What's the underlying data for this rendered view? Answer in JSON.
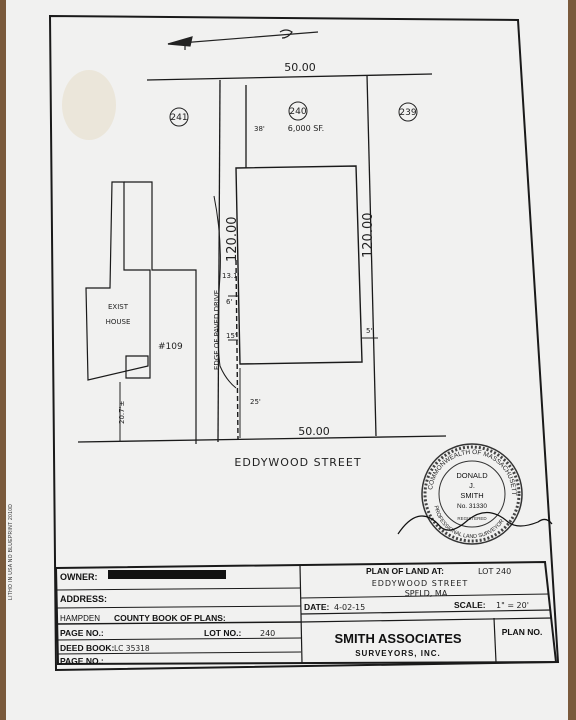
{
  "plan": {
    "frontage_top": "50.00",
    "frontage_bottom": "50.00",
    "depth": "120.00",
    "building_depth": "120.00",
    "lots": {
      "left": "241",
      "center": "240",
      "right": "239"
    },
    "area": "6,000 SF.",
    "setback_rear": "38'",
    "setback_front": "25'",
    "setback_side_right": "5'",
    "setback_side_left": "15'",
    "small_dims": [
      "13.1'",
      "6'"
    ],
    "existing_house_line1": "EXIST",
    "existing_house_line2": "HOUSE",
    "house_number": "#109",
    "house_offset": "20.7'±",
    "paved_drive": "EDGE OF PAVED DRIVE",
    "street": "EDDYWOOD  STREET"
  },
  "seal": {
    "name_line1": "DONALD",
    "name_line2": "J.",
    "name_line3": "SMITH",
    "number": "No. 31330",
    "ring_text": "COMMONWEALTH OF MASSACHUSETTS",
    "ring_text_bottom": "PROFESSIONAL LAND SURVEYOR",
    "registered": "REGISTERED"
  },
  "title_block": {
    "owner_label": "OWNER:",
    "address_label": "ADDRESS:",
    "county": "HAMPDEN",
    "book_of_plans": "COUNTY BOOK OF PLANS:",
    "page_no_label": "PAGE NO.:",
    "lot_no_label": "LOT NO.:",
    "lot_no_value": "240",
    "deed_book_label": "DEED BOOK:",
    "deed_book_value": "LC 35318",
    "page_no2_label": "PAGE NO.:",
    "plan_of_land_label": "PLAN OF LAND AT:",
    "plan_of_land_value": "LOT 240",
    "location_line1": "EDDYWOOD  STREET",
    "location_line2": "SPFLD, MA",
    "date_label": "DATE:",
    "date_value": "4-02-15",
    "scale_label": "SCALE:",
    "scale_value": "1\" = 20'",
    "company": "SMITH ASSOCIATES",
    "company_sub": "SURVEYORS, INC.",
    "plan_no_label": "PLAN NO."
  },
  "margin_print": "LITHO IN USA NO BLUEPRINT 2010D",
  "colors": {
    "paper": "#f1f1f0",
    "ink": "#1a1a1a",
    "table": "#7a5a3c"
  }
}
